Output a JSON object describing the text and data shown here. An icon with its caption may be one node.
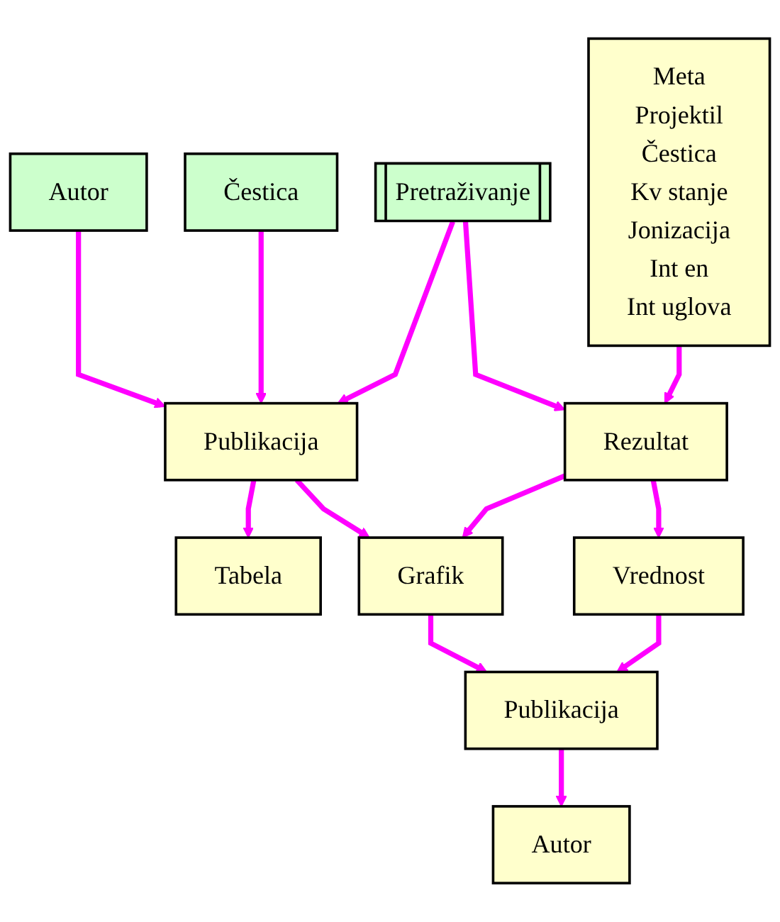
{
  "diagram": {
    "nodes": [
      {
        "text": [
          "Autor"
        ]
      },
      {
        "text": [
          "Pretraživanje"
        ]
      },
      {
        "text": [
          "Meta",
          "Projektil",
          "Čestica",
          "Kv stanje",
          "Jonizacija",
          "Int en",
          "Int uglova"
        ]
      },
      {
        "text": [
          "Čestica"
        ]
      },
      {
        "text": [
          "Publikacija"
        ]
      },
      {
        "text": [
          "Rezultat"
        ]
      },
      {
        "text": [
          "Tabela"
        ]
      },
      {
        "text": [
          "Grafik"
        ]
      },
      {
        "text": [
          "Vrednost"
        ]
      },
      {
        "text": [
          "Publikacija"
        ]
      },
      {
        "text": [
          "Autor"
        ]
      }
    ],
    "edges": [
      {
        "from": 0,
        "to": 4,
        "arrow": "to"
      },
      {
        "from": 3,
        "to": 4,
        "arrow": "to"
      },
      {
        "from": 1,
        "to": 4,
        "arrow": "to"
      },
      {
        "from": 1,
        "to": 5,
        "arrow": "to"
      },
      {
        "from": 2,
        "to": 5,
        "arrow": "to"
      },
      {
        "from": 4,
        "to": 6,
        "arrow": "to"
      },
      {
        "from": 4,
        "to": 7,
        "arrow": "to"
      },
      {
        "from": 5,
        "to": 7,
        "arrow": "to"
      },
      {
        "from": 5,
        "to": 8,
        "arrow": "to"
      },
      {
        "from": 7,
        "to": 9,
        "arrow": "to"
      },
      {
        "from": 8,
        "to": 9,
        "arrow": "to"
      },
      {
        "from": 9,
        "to": 10,
        "arrow": "to"
      }
    ]
  }
}
